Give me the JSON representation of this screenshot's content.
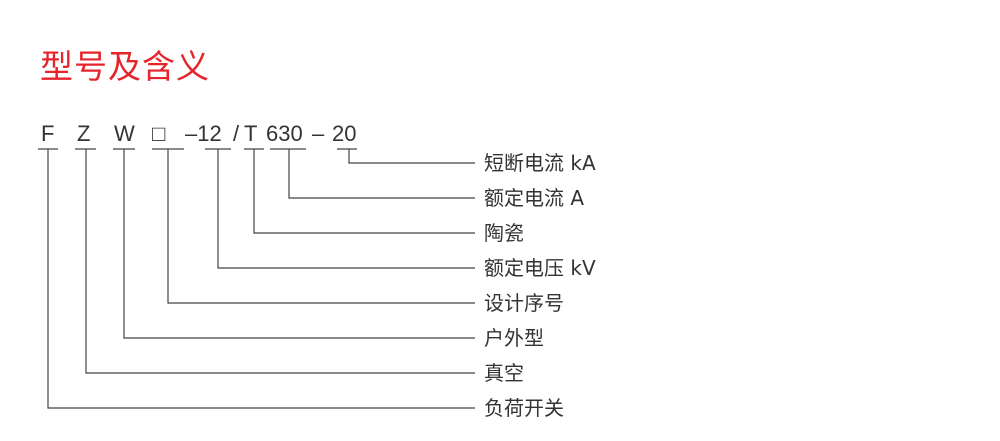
{
  "title": "型号及含义",
  "code_parts": [
    "F",
    "Z",
    "W",
    "□",
    "–12",
    "/",
    "T",
    "630",
    "–",
    "20"
  ],
  "labels": [
    "短断电流 kA",
    "额定电流 A",
    "陶瓷",
    "额定电压 kV",
    "设计序号",
    "户外型",
    "真空",
    "负荷开关"
  ]
}
